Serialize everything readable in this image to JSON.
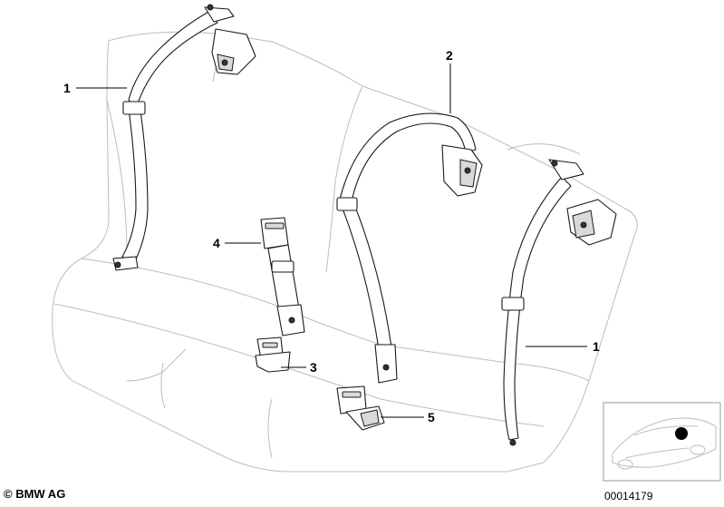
{
  "labels": {
    "part1_left": "1",
    "part2": "2",
    "part1_right": "1",
    "part4": "4",
    "part3": "3",
    "part5": "5"
  },
  "footer": {
    "copyright": "© BMW AG",
    "doc_number": "00014179"
  }
}
